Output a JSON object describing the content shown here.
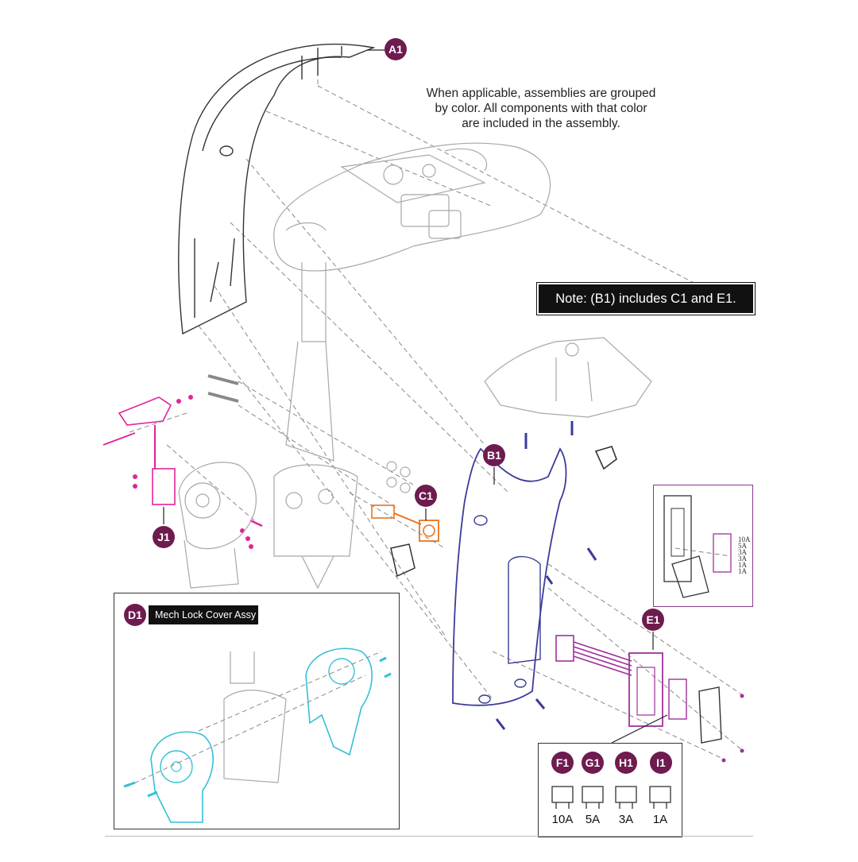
{
  "callouts": {
    "a1": "A1",
    "b1": "B1",
    "c1": "C1",
    "d1": "D1",
    "e1": "E1",
    "j1": "J1",
    "f1": "F1",
    "g1": "G1",
    "h1": "H1",
    "i1": "I1"
  },
  "notes": {
    "grouping_line1": "When applicable, assemblies are grouped",
    "grouping_line2": "by color. All components with that color",
    "grouping_line3": "are included in the assembly.",
    "b1_includes": "Note: (B1) includes C1 and E1."
  },
  "d1_inset": {
    "label": "Mech Lock Cover Assy"
  },
  "fuses": [
    {
      "callout": "F1",
      "rating": "10A"
    },
    {
      "callout": "G1",
      "rating": "5A"
    },
    {
      "callout": "H1",
      "rating": "3A"
    },
    {
      "callout": "I1",
      "rating": "1A"
    }
  ],
  "fuse_block_inset": {
    "ratings": [
      "10A",
      "5A",
      "3A",
      "3A",
      "1A",
      "1A"
    ]
  },
  "colors": {
    "callout_fill": "#6e1b4f",
    "a1_part": "#555555",
    "b1_part": "#3b3b9a",
    "c1_part": "#e8731f",
    "d1_part": "#35c0d6",
    "e1_part": "#a0309a",
    "j1_part": "#e2239a",
    "outline": "#9a9a9a"
  }
}
